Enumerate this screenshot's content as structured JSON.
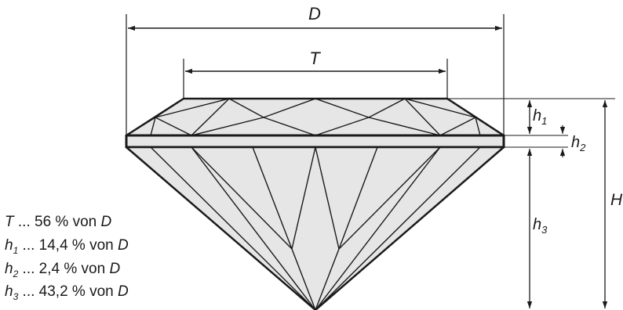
{
  "labels": {
    "D": "D",
    "T": "T",
    "H": "H",
    "h1": {
      "base": "h",
      "sub": "1"
    },
    "h2": {
      "base": "h",
      "sub": "2"
    },
    "h3": {
      "base": "h",
      "sub": "3"
    }
  },
  "legend": [
    {
      "symbol": "T",
      "sub": "",
      "mid": " ... 56 % von ",
      "ref": "D"
    },
    {
      "symbol": "h",
      "sub": "1",
      "mid": " ... 14,4 % von ",
      "ref": "D"
    },
    {
      "symbol": "h",
      "sub": "2",
      "mid": " ... 2,4 % von ",
      "ref": "D"
    },
    {
      "symbol": "h",
      "sub": "3",
      "mid": " ... 43,2 % von ",
      "ref": "D"
    }
  ],
  "colors": {
    "fill": "#e6e6e6",
    "stroke": "#1a1a1a"
  }
}
